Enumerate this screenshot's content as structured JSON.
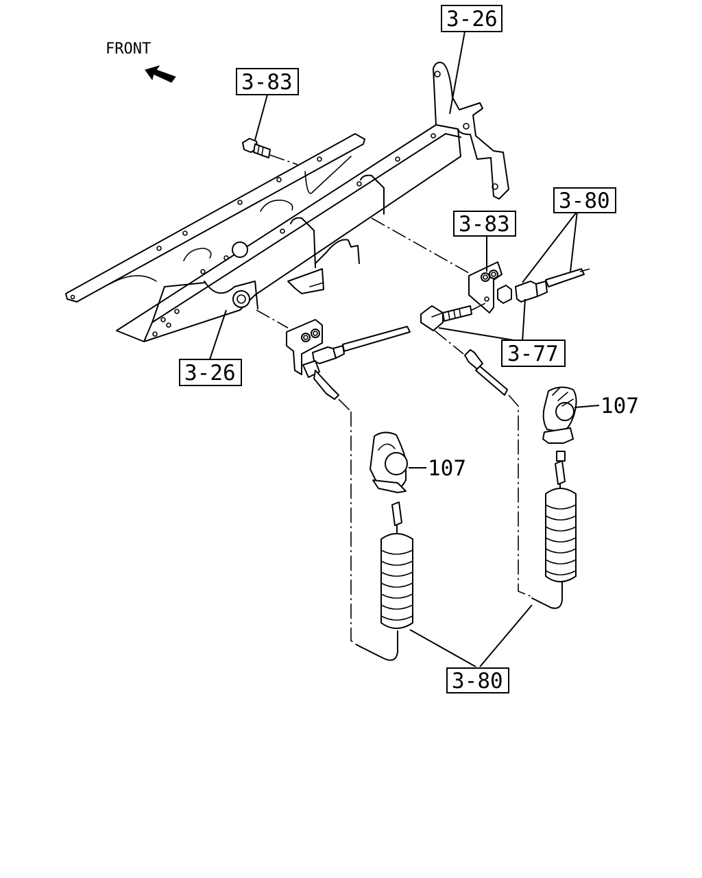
{
  "direction": {
    "label": "FRONT",
    "icon": "arrow-icon"
  },
  "callouts": {
    "bracket_top": "3-26",
    "bolt_left": "3-83",
    "bracket_right": "3-83",
    "hose_connector_right": "3-80",
    "bracket_bottom_left": "3-26",
    "fittings": "3-77",
    "coupling_right": "107",
    "coupling_left": "107",
    "coil_hoses": "3-80"
  }
}
